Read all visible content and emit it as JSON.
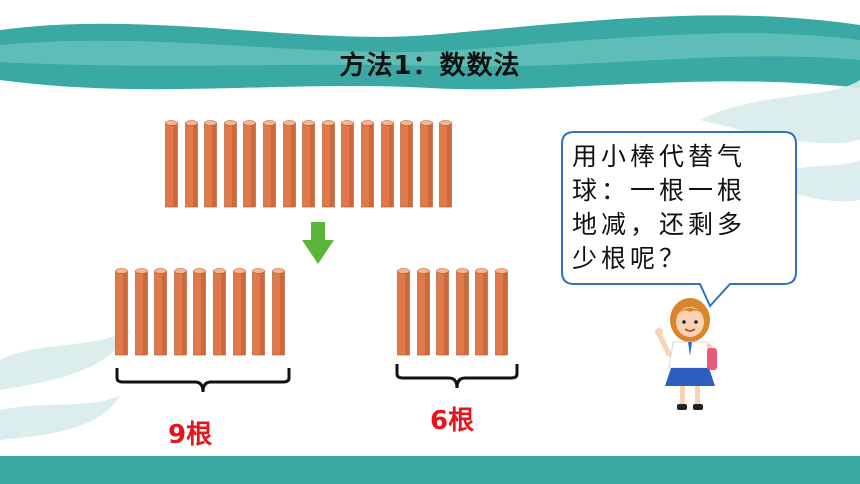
{
  "title": "方法1：数数法",
  "groups": {
    "total_sticks": 15,
    "left_sticks": 9,
    "right_sticks": 6,
    "left_label": "9根",
    "right_label": "6根"
  },
  "speech": {
    "lines": [
      "用小棒代替气",
      "球：一根一根",
      "地减，还剩多",
      "少根呢？"
    ]
  },
  "colors": {
    "teal": "#3aa9a3",
    "stick": "#e07a4a",
    "arrow": "#5bb538",
    "label_red": "#e8141c",
    "bubble_border": "#2f72c4"
  },
  "icons": [
    "down-arrow-icon",
    "girl-illustration"
  ]
}
